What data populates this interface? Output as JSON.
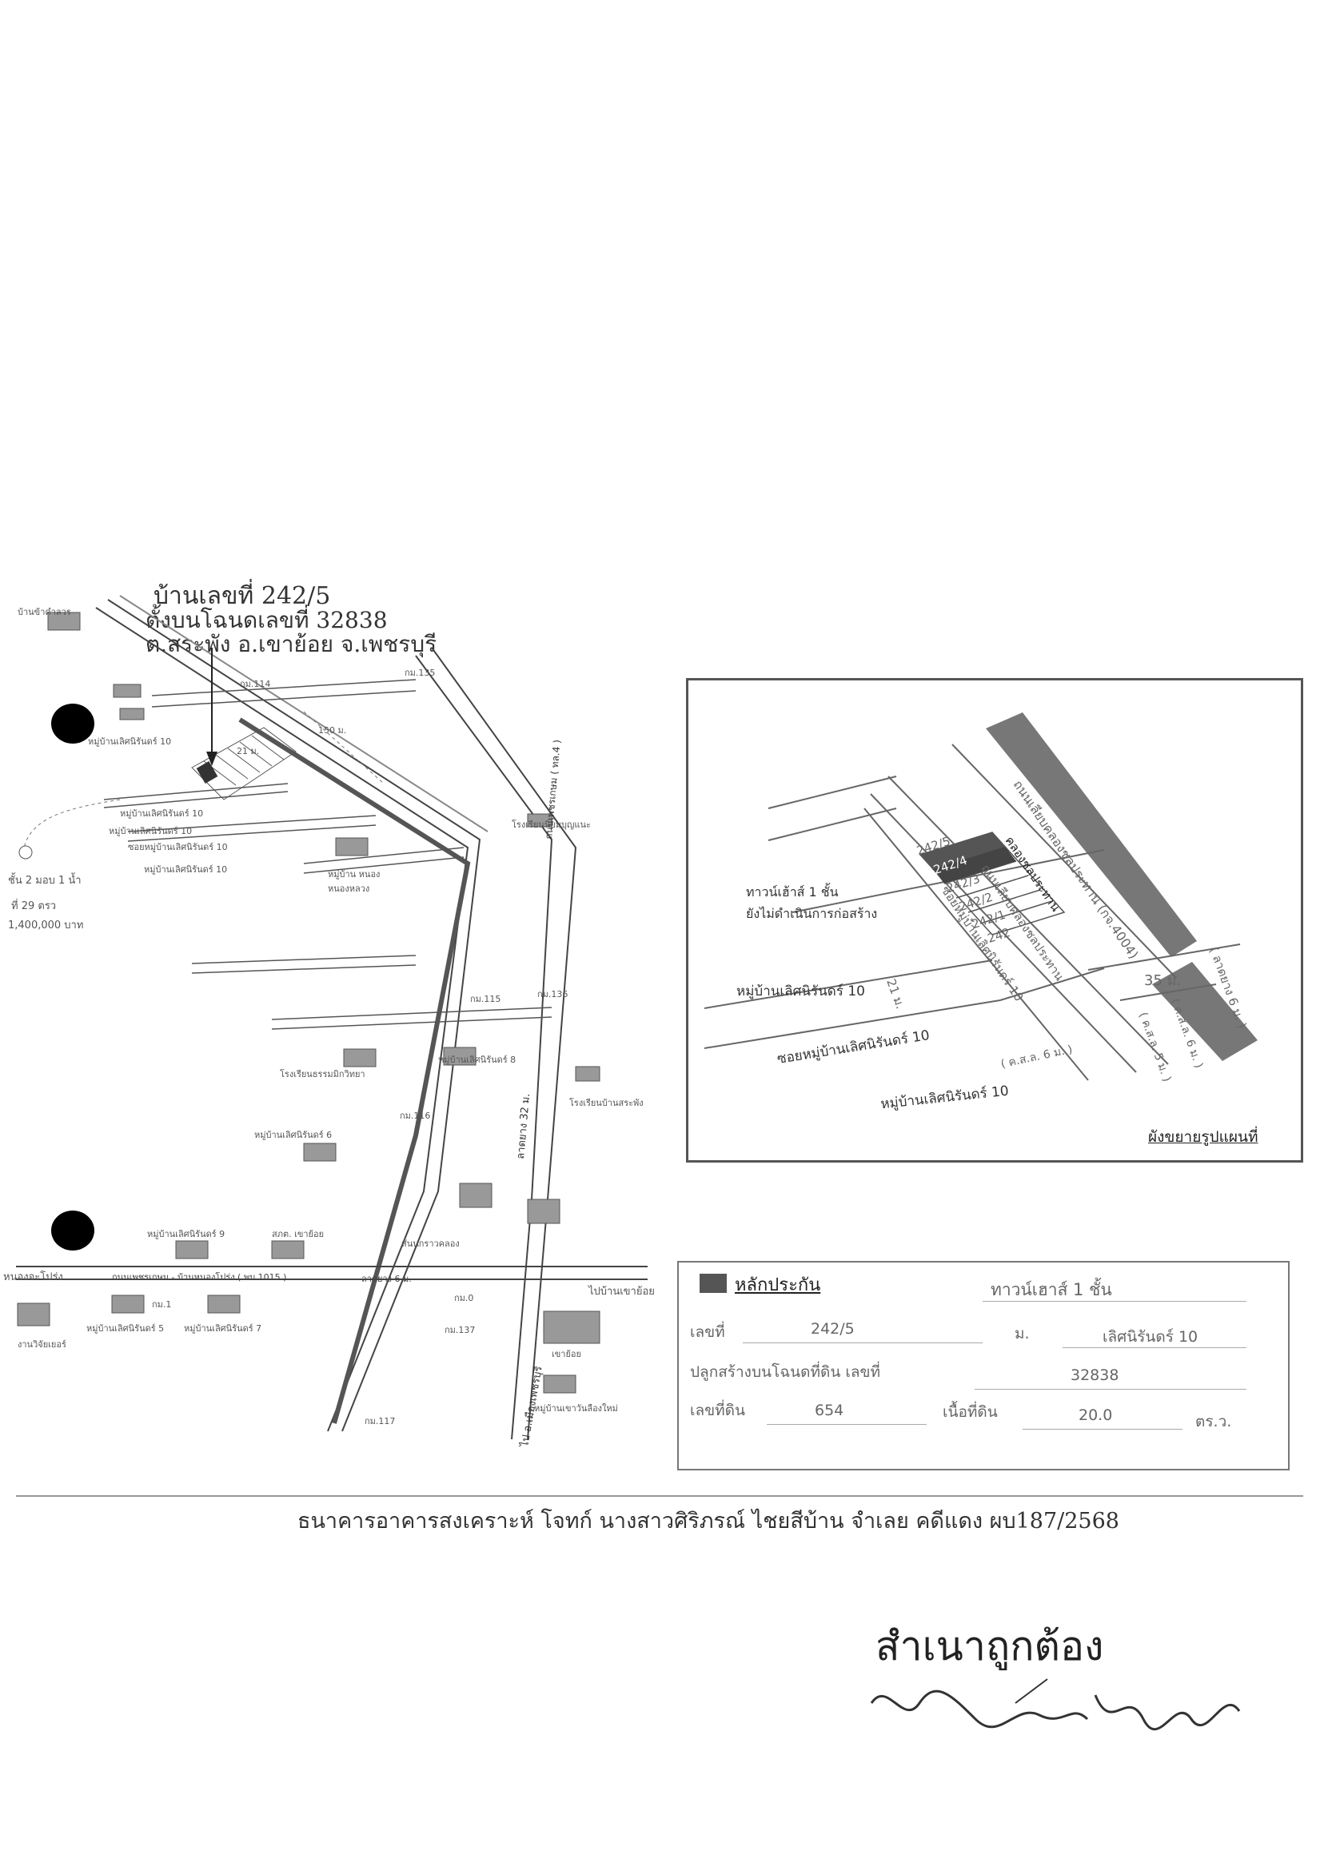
{
  "header": {
    "house_no": "บ้านเลขที่ 242/5",
    "deed": "ตั้งบนโฉนดเลขที่ 32838",
    "location": "ต.สระพัง อ.เขาย้อย จ.เพชรบุรี"
  },
  "map": {
    "labels": {
      "b1": "บ้านข้าคำลวร",
      "b2": "หมู่บ้านเลิศนิรันดร์ 10",
      "b3": "หมู่บ้านเลิศนิรันดร์ 10",
      "b4": "ซอยหมู่บ้านเลิศนิรันดร์ 10",
      "b5": "หมู่บ้านเลิศนิรันดร์ 10",
      "b6": "หมู่บ้าน หนองหนองหลวง",
      "b7": "ชั้น 2 มอบ 1 น้ำ",
      "b8": "ที่ 29 ตรว",
      "b9": "1,400,000 บาท",
      "b10": "โรงเรียนนิยมบุญแนะ",
      "b11": "กม.114",
      "b12": "กม.135",
      "b13": "150 ม.",
      "b14": "21 ม.",
      "b15": "กม.115",
      "b16": "กม.136",
      "b17": "โรงเรียนธรรมมิกวิทยา",
      "b18": "หมู่บ้านเลิศนิรันดร์ 8",
      "b19": "หมู่บ้านเลิศนิรันดร์ 6",
      "b20": "กม.116",
      "b21": "โรงเรียนบ้านสระพัง",
      "b22": "หมู่บ้านเลิศนิรันดร์ 9",
      "b23": "สภต. เขาย้อย",
      "b24": "สันนกราวคลอง",
      "b25": "หมู่บ้านเลิศนิรันดร์ 5",
      "b26": "หมู่บ้านเลิศนิรันดร์ 7",
      "b27": "กม.1",
      "b28": "กม.0",
      "b29": "กม.137",
      "b30": "เขาย้อย",
      "b31": "หมู่บ้านเขาวันลืองใหม่",
      "b32": "ไปบ้านเขาย้อย",
      "b33": "กม.117",
      "b34": "หนองจะโปร่ง",
      "b35": "ถนนเพชรเกษม - บ้านหนองโปร่ง ( พบ 1015 )",
      "b36": "ลาดยาง 6 ม.",
      "b37": "ถนนเพชรเกษม ( ทล.4 )",
      "b38": "ลาดยาง 32 ม.",
      "b39": "ไป อ.เมืองเพชรบุรี",
      "b40": "งานวิจัยเยอร์",
      "b41": "หมู่บ้านเลิศนิรันดร์ 10"
    }
  },
  "inset": {
    "road1": "ถนนเลียบคลองชลประทาน (กจ.4004)",
    "canal": "คลองชลประทาน",
    "road2": "ถนนเลียบคลองชลประทาน",
    "soi": "ซอยหมู่บ้านเลิศนิรันดร์ 10",
    "townhouse": "ทาวน์เฮ้าส์ 1 ชั้น",
    "not_built": "ยังไม่ดำเนินการก่อสร้าง",
    "lot1": "242/5",
    "lot2": "242/4",
    "lot3": "242/3",
    "lot4": "242/2",
    "lot5": "242/1",
    "lot6": "242",
    "village1": "หมู่บ้านเลิศนิรันดร์ 10",
    "dim1": "21 ม.",
    "dim2": "35 ม.",
    "paved": "( ลาดยาง 6 ม. )",
    "kssl1": "( ค.ส.ล. 6 ม. )",
    "kssl2": "( ค.ส.ล. 5 ม. )",
    "kssl3": "( ค.ส.ล. 6 ม. )",
    "soi_bottom": "ซอยหมู่บ้านเลิศนิรันดร์ 10",
    "village2": "หมู่บ้านเลิศนิรันดร์ 10",
    "title": "ผังขยายรูปแผนที่"
  },
  "collateral": {
    "title": "หลักประกัน",
    "type": "ทาวน์เฮาส์ 1 ชั้น",
    "no_label": "เลขที่",
    "no_value": "242/5",
    "moo_label": "ม.",
    "moo_value": "เลิศนิรันดร์ 10",
    "deed_label": "ปลูกสร้างบนโฉนดที่ดิน เลขที่",
    "deed_value": "32838",
    "land_no_label": "เลขที่ดิน",
    "land_no_value": "654",
    "area_label": "เนื้อที่ดิน",
    "area_value": "20.0",
    "area_unit": "ตร.ว."
  },
  "footer": "ธนาคารอาคารสงเคราะห์ โจทก์ นางสาวศิริภรณ์ ไชยสีบ้าน จำเลย คดีแดง ผบ187/2568",
  "stamp": "สำเนาถูกต้อง"
}
